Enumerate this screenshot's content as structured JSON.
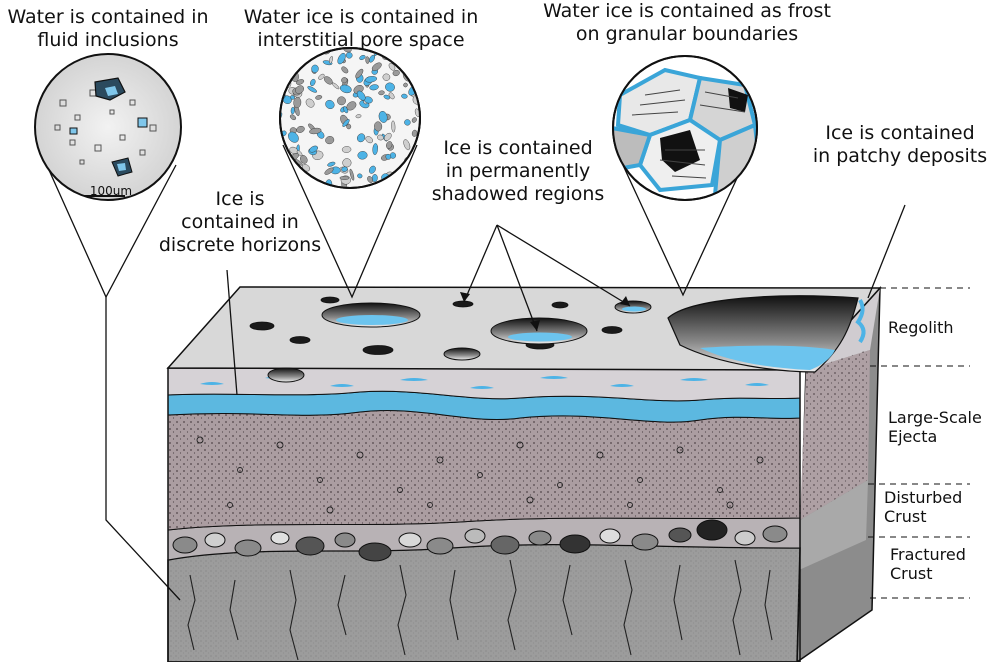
{
  "callouts": {
    "fluid_inclusions": "Water is contained in\nfluid inclusions",
    "pore_space": "Water ice is contained in\ninterstitial pore space",
    "frost": "Water ice is contained as frost\non granular boundaries",
    "patchy": "Ice is contained\nin patchy deposits",
    "psr": "Ice is contained\nin permanently\nshadowed regions",
    "horizons": "Ice is\ncontained in\ndiscrete horizons"
  },
  "scale_bar": "100um",
  "layers": [
    "Regolith",
    "Large-Scale\nEjecta",
    "Disturbed\nCrust",
    "Fractured\nCrust"
  ],
  "colors": {
    "ice": "#4db3e6",
    "regolith_top": "#d9d9d9",
    "regolith_front": "#d8d4d8",
    "ejecta": "#aea0a4",
    "crust": "#9a9a9a",
    "outline": "#111111"
  }
}
